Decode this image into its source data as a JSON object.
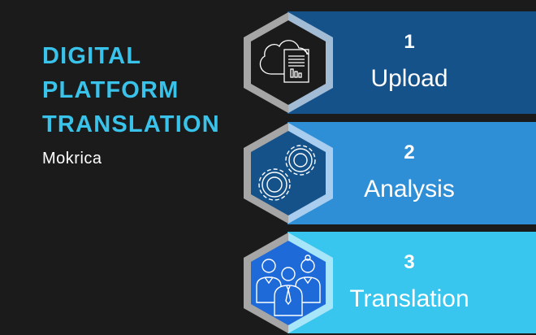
{
  "header": {
    "title_lines": [
      "DIGITAL",
      "PLATFORM",
      "TRANSLATION"
    ],
    "subtitle": "Mokrica"
  },
  "steps": [
    {
      "number": "1",
      "label": "Upload",
      "icon": "cloud-document-icon",
      "panel_color": "#16528a",
      "hex_fill": "#1b1b1b"
    },
    {
      "number": "2",
      "label": "Analysis",
      "icon": "gears-icon",
      "panel_color": "#2e8fd6",
      "hex_fill": "#16528a"
    },
    {
      "number": "3",
      "label": "Translation",
      "icon": "team-icon",
      "panel_color": "#38c6ee",
      "hex_fill": "#1e6ad8"
    }
  ],
  "colors": {
    "background": "#1b1b1b",
    "title": "#3ac3ea",
    "hex_border_left": "#a6a6a6"
  }
}
